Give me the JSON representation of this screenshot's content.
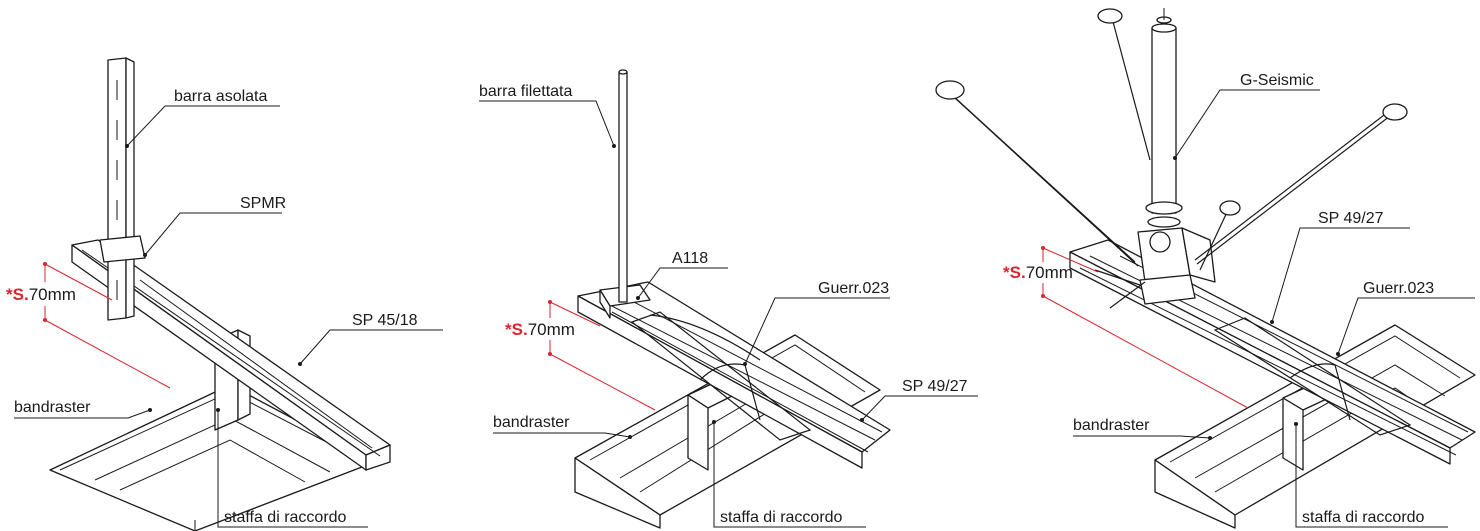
{
  "panels": [
    {
      "labels": {
        "rod": "barra asolata",
        "clip": "SPMR",
        "profile": "SP 45/18",
        "grid": "bandraster",
        "bracket": "staffa di raccordo"
      },
      "dimension": {
        "prefix": "*S.",
        "value": "70mm"
      }
    },
    {
      "labels": {
        "rod": "barra filettata",
        "clip": "A118",
        "connector": "Guerr.023",
        "profile": "SP 49/27",
        "grid": "bandraster",
        "bracket": "staffa di raccordo"
      },
      "dimension": {
        "prefix": "*S.",
        "value": "70mm"
      }
    },
    {
      "labels": {
        "device": "G-Seismic",
        "profile": "SP 49/27",
        "connector": "Guerr.023",
        "grid": "bandraster",
        "bracket": "staffa di raccordo"
      },
      "dimension": {
        "prefix": "*S.",
        "value": "70mm"
      }
    }
  ],
  "colors": {
    "accent": "#d7262e",
    "line": "#1a1a1a",
    "background": "#ffffff"
  }
}
